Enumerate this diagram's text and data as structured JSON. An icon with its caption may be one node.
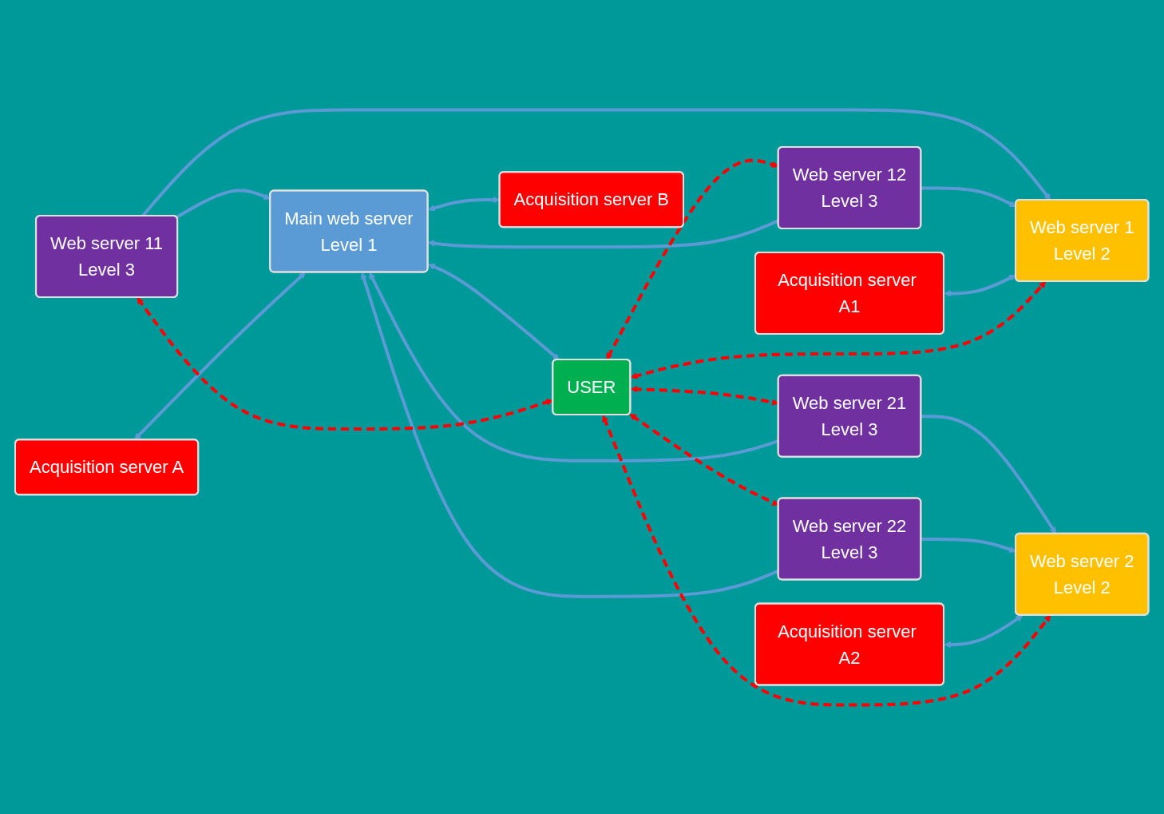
{
  "diagram": {
    "nodes": [
      {
        "text": [
          "Web server 11",
          "Level 3"
        ]
      },
      {
        "text": [
          "Acquisition server A"
        ]
      },
      {
        "text": [
          "Acquisition server A1"
        ]
      },
      {
        "text": [
          "Web server 1",
          "Level 2"
        ]
      },
      {
        "text": [
          "Web server 12",
          "Level 3"
        ]
      },
      {
        "text": [
          "Main web server",
          "Level 1"
        ]
      },
      {
        "text": [
          "USER"
        ]
      },
      {
        "text": [
          "Web server 21",
          "Level 3"
        ]
      },
      {
        "text": [
          "Acquisition server A2"
        ]
      },
      {
        "text": [
          "Web server 2",
          "Level 2"
        ]
      },
      {
        "text": [
          "Web server 22",
          "Level 3"
        ]
      },
      {
        "text": [
          "Acquisition server B"
        ]
      }
    ],
    "edges": [
      {
        "from": 0,
        "to": 3,
        "arrow": "to"
      },
      {
        "from": 0,
        "to": 5,
        "arrow": "to"
      },
      {
        "from": 4,
        "to": 3,
        "arrow": "to"
      },
      {
        "from": 4,
        "to": 5,
        "arrow": "to"
      },
      {
        "from": 7,
        "to": 9,
        "arrow": "to"
      },
      {
        "from": 7,
        "to": 5,
        "arrow": "to"
      },
      {
        "from": 10,
        "to": 9,
        "arrow": "to"
      },
      {
        "from": 10,
        "to": 5,
        "arrow": "to"
      },
      {
        "from": 2,
        "to": 3,
        "arrow": "both"
      },
      {
        "from": 8,
        "to": 9,
        "arrow": "both"
      },
      {
        "from": 1,
        "to": 5,
        "arrow": "both"
      },
      {
        "from": 5,
        "to": 11,
        "arrow": "both"
      },
      {
        "from": 5,
        "to": 6,
        "arrow": "both"
      },
      {
        "from": 6,
        "to": 0,
        "arrow": "both",
        "style": "dashed",
        "color": "#ff0000"
      },
      {
        "from": 6,
        "to": 3,
        "arrow": "both",
        "style": "dashed",
        "color": "#ff0000"
      },
      {
        "from": 6,
        "to": 4,
        "arrow": "both",
        "style": "dashed",
        "color": "#ff0000"
      },
      {
        "from": 6,
        "to": 7,
        "arrow": "both",
        "style": "dashed",
        "color": "#ff0000"
      },
      {
        "from": 6,
        "to": 9,
        "arrow": "both",
        "style": "dashed",
        "color": "#ff0000"
      },
      {
        "from": 6,
        "to": 10,
        "arrow": "both",
        "style": "dashed",
        "color": "#ff0000"
      }
    ]
  }
}
